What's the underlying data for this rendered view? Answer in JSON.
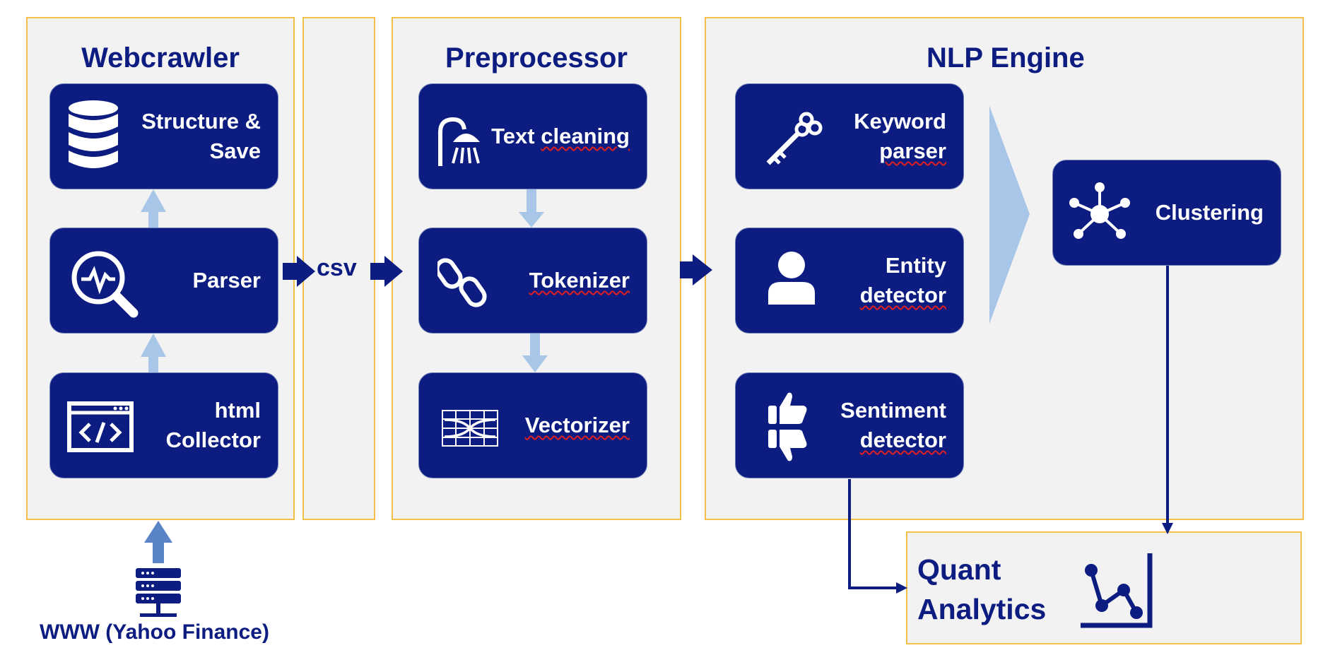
{
  "panels": {
    "webcrawler": "Webcrawler",
    "preprocessor": "Preprocessor",
    "nlp_engine": "NLP Engine"
  },
  "webcrawler": {
    "structure_save": [
      "Structure &",
      "Save"
    ],
    "parser": "Parser",
    "html_collector": [
      "html",
      "Collector"
    ]
  },
  "csv_label": "csv",
  "preprocessor": {
    "text_cleaning": [
      "Text ",
      "cleaning"
    ],
    "tokenizer": "Tokenizer",
    "vectorizer": "Vectorizer"
  },
  "nlp": {
    "keyword_parser": [
      "Keyword",
      "parser"
    ],
    "entity_detector": [
      "Entity",
      "detector"
    ],
    "sentiment_detector": [
      "Sentiment",
      "detector"
    ],
    "clustering": "Clustering"
  },
  "quant_analytics": [
    "Quant",
    "Analytics"
  ],
  "source": "WWW (Yahoo Finance)",
  "colors": {
    "box": "#0c1c80",
    "panel_bg": "#f2f2f2",
    "panel_border": "#f2c04a",
    "light_arrow": "#a8c6e8",
    "up_arrow": "#5a84c8"
  },
  "icons": [
    "database-icon",
    "magnifier-pulse-icon",
    "code-window-icon",
    "shower-icon",
    "chain-link-icon",
    "shuffle-grid-icon",
    "key-icon",
    "person-icon",
    "thumbs-up-down-icon",
    "network-node-icon",
    "line-chart-icon",
    "server-icon"
  ]
}
